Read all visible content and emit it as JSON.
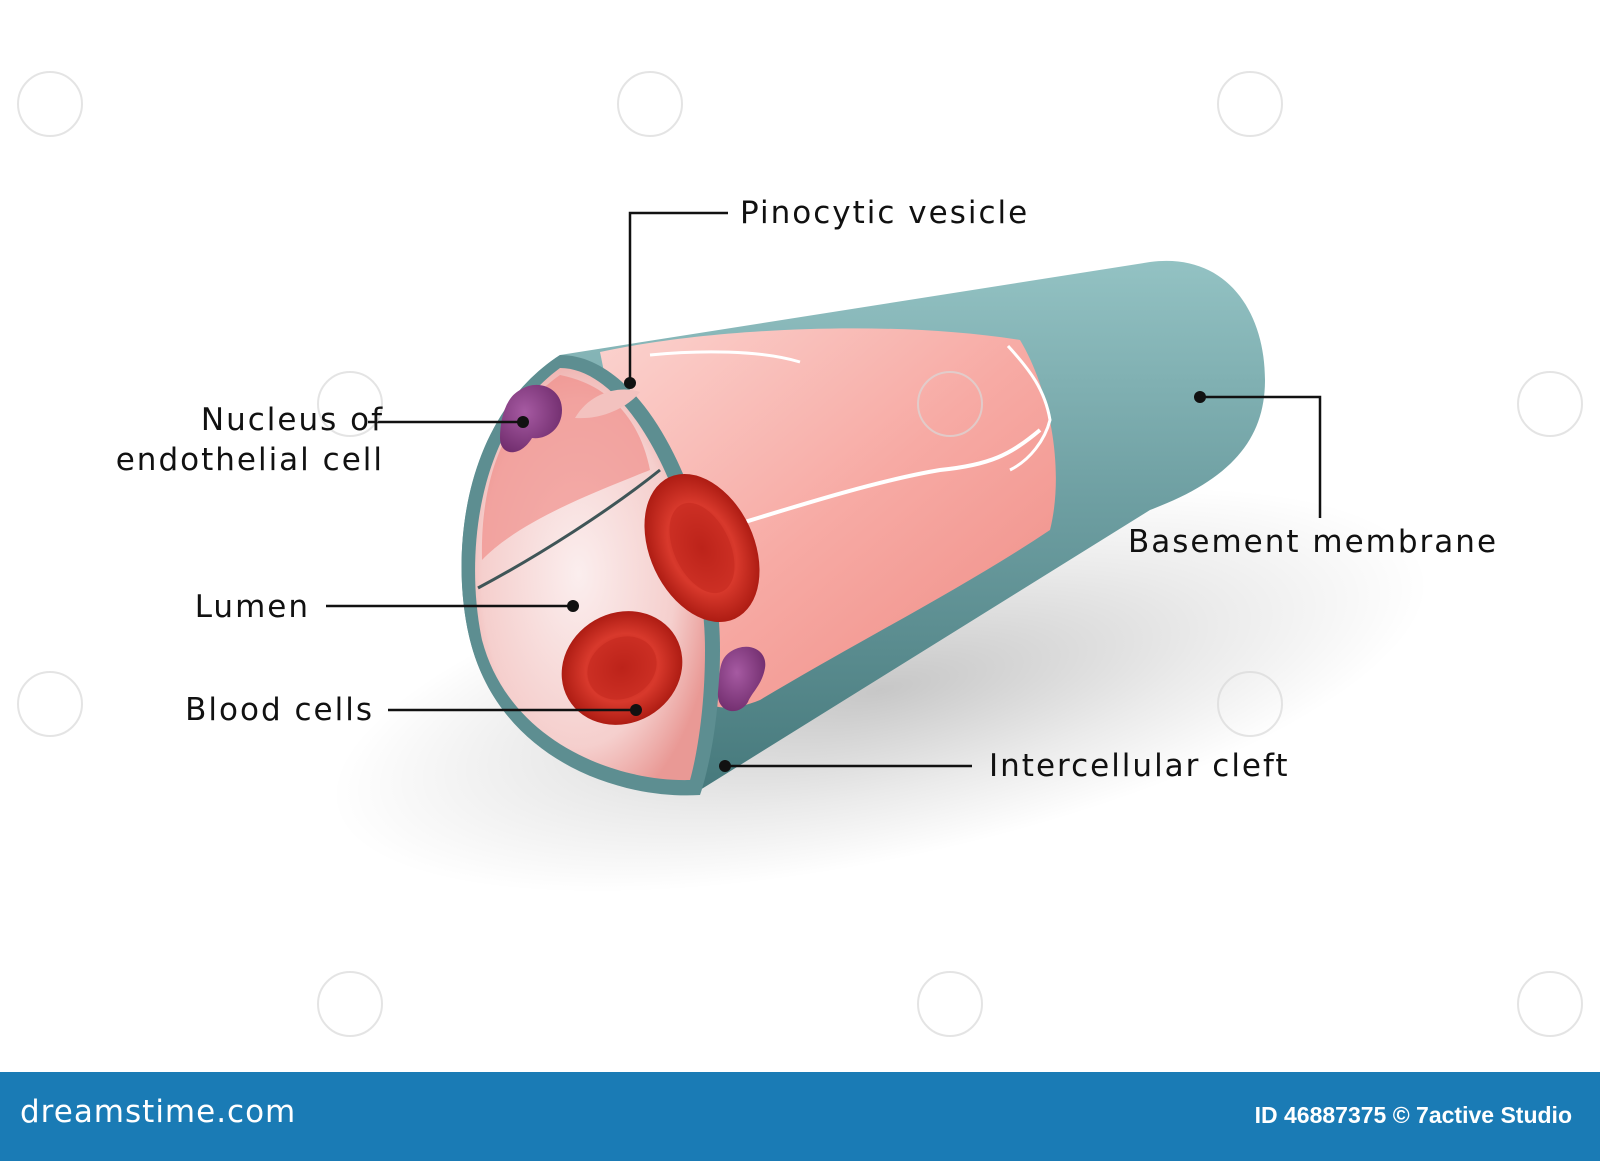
{
  "labels": {
    "pinocytic": "Pinocytic vesicle",
    "nucleus_line1": "Nucleus of",
    "nucleus_line2": "endothelial cell",
    "basement": "Basement membrane",
    "lumen": "Lumen",
    "blood": "Blood cells",
    "cleft": "Intercellular cleft"
  },
  "footer": {
    "site": "dreamstime.com",
    "id_credit": "ID 46887375 © 7active Studio"
  },
  "colors": {
    "membrane": "#6a9da0",
    "endothelium": "#f5a8a4",
    "blood_cell": "#c82a1e",
    "nucleus": "#8e3f8a",
    "footer": "#1a7bb5"
  }
}
